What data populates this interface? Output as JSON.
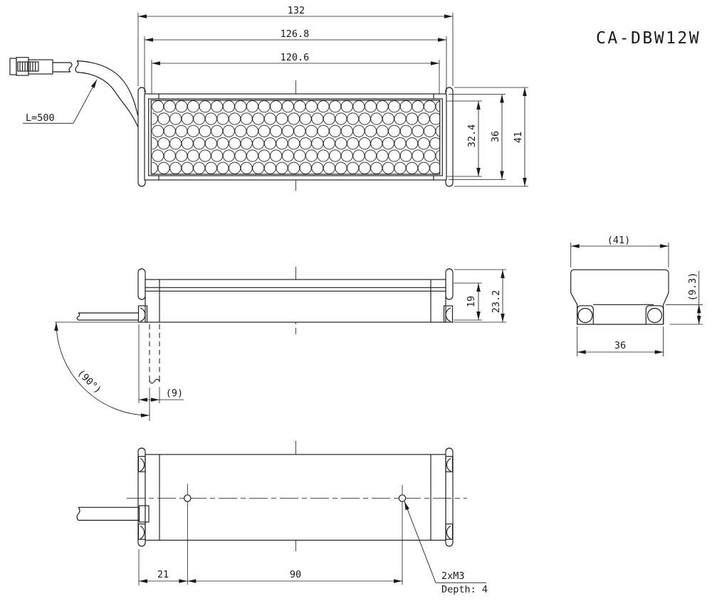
{
  "drawing": {
    "title": "CA-DBW12W",
    "top_view": {
      "overall_length": "132",
      "body_length": "126.8",
      "window_length": "120.6",
      "window_height": "32.4",
      "body_height": "36",
      "overall_height": "41",
      "cable_length_label": "L=500"
    },
    "side_view": {
      "lens_height": "19",
      "overall_height": "23.2",
      "cable_bend_angle": "(90°)",
      "cable_clearance": "(9)"
    },
    "end_view": {
      "overall_width": "(41)",
      "rail_height": "(9.3)",
      "base_width": "36"
    },
    "bottom_view": {
      "hole_edge_offset": "21",
      "hole_spacing": "90",
      "thread_note": "2xM3",
      "depth_note": "Depth: 4"
    }
  }
}
